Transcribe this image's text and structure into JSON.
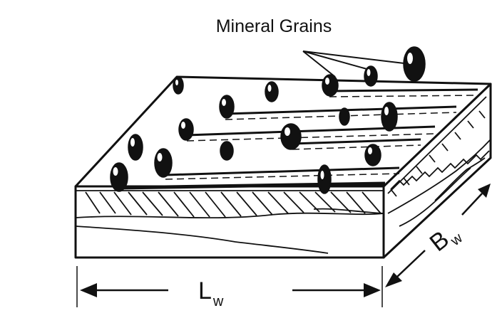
{
  "diagram": {
    "title": "Mineral Grains",
    "length_label": {
      "main": "L",
      "sub": "w"
    },
    "width_label": {
      "main": "B",
      "sub": "w"
    }
  },
  "colors": {
    "ink": "#111111",
    "paper": "#ffffff"
  }
}
